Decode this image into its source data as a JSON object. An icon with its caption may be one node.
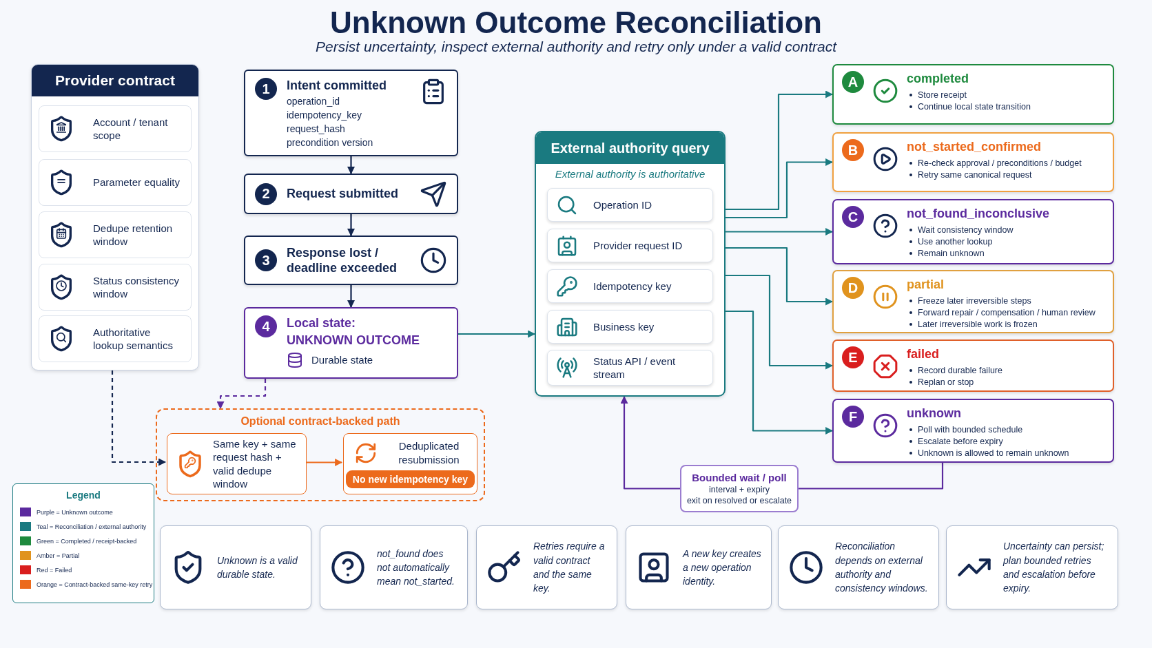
{
  "diagram": {
    "title": "Unknown Outcome Reconciliation",
    "caption": "Persist uncertainty, inspect external authority and retry only under a valid contract",
    "nodes": [
      {
        "text": [
          "Provider contract"
        ]
      },
      {
        "text": [
          "Account / tenant scope"
        ],
        "in": 0
      },
      {
        "text": [
          "Parameter equality"
        ],
        "in": 0
      },
      {
        "text": [
          "Dedupe retention window"
        ],
        "in": 0
      },
      {
        "text": [
          "Status consistency window"
        ],
        "in": 0
      },
      {
        "text": [
          "Authoritative lookup semantics"
        ],
        "in": 0
      },
      {
        "text": [
          "1",
          "Intent committed",
          "operation_id",
          "idempotency_key",
          "request_hash",
          "precondition version"
        ]
      },
      {
        "text": [
          "2",
          "Request submitted"
        ]
      },
      {
        "text": [
          "3",
          "Response lost / deadline exceeded"
        ]
      },
      {
        "text": [
          "4",
          "Local state:",
          "UNKNOWN OUTCOME",
          "Durable state"
        ]
      },
      {
        "text": [
          "External authority query",
          "External authority is authoritative"
        ]
      },
      {
        "text": [
          "Operation ID"
        ],
        "in": 10
      },
      {
        "text": [
          "Provider request ID"
        ],
        "in": 10
      },
      {
        "text": [
          "Idempotency key"
        ],
        "in": 10
      },
      {
        "text": [
          "Business key"
        ],
        "in": 10
      },
      {
        "text": [
          "Status API / event stream"
        ],
        "in": 10
      },
      {
        "text": [
          "A",
          "completed",
          "Store receipt",
          "Continue local state transition"
        ]
      },
      {
        "text": [
          "B",
          "not_started_confirmed",
          "Re-check approval / preconditions / budget",
          "Retry same canonical request"
        ]
      },
      {
        "text": [
          "C",
          "not_found_inconclusive",
          "Wait consistency window",
          "Use another lookup",
          "Remain unknown"
        ]
      },
      {
        "text": [
          "D",
          "partial",
          "Freeze later irreversible steps",
          "Forward repair / compensation / human review",
          "Later irreversible work is frozen"
        ]
      },
      {
        "text": [
          "E",
          "failed",
          "Record durable failure",
          "Replan or stop"
        ]
      },
      {
        "text": [
          "F",
          "unknown",
          "Poll with bounded schedule",
          "Escalate before expiry",
          "Unknown is allowed to remain unknown"
        ]
      },
      {
        "text": [
          "Optional contract-backed path"
        ]
      },
      {
        "text": [
          "Same key + same request hash + valid dedupe window"
        ],
        "in": 22
      },
      {
        "text": [
          "Deduplicated resubmission",
          "No new idempotency key"
        ],
        "in": 22
      },
      {
        "text": [
          "Bounded wait / poll",
          "interval + expiry",
          "exit on resolved or escalate"
        ]
      },
      {
        "text": [
          "Unknown is a valid durable state."
        ]
      },
      {
        "text": [
          "not_found does not automatically mean not_started."
        ]
      },
      {
        "text": [
          "Retries require a valid contract and the same key."
        ]
      },
      {
        "text": [
          "A new key creates a new operation identity."
        ]
      },
      {
        "text": [
          "Reconciliation depends on external authority and consistency windows."
        ]
      },
      {
        "text": [
          "Uncertainty can persist; plan bounded retries and escalation before expiry."
        ]
      }
    ],
    "edges": [
      {
        "from": 6,
        "to": 7,
        "arrow": "to",
        "color": "#13264f"
      },
      {
        "from": 7,
        "to": 8,
        "arrow": "to",
        "color": "#13264f"
      },
      {
        "from": 8,
        "to": 9,
        "arrow": "to",
        "color": "#13264f"
      },
      {
        "from": 9,
        "to": 10,
        "arrow": "to"
      },
      {
        "from": 10,
        "to": 16,
        "arrow": "to"
      },
      {
        "from": 10,
        "to": 17,
        "arrow": "to"
      },
      {
        "from": 10,
        "to": 18,
        "arrow": "to"
      },
      {
        "from": 10,
        "to": 19,
        "arrow": "to"
      },
      {
        "from": 10,
        "to": 20,
        "arrow": "to"
      },
      {
        "from": 10,
        "to": 21,
        "arrow": "to"
      },
      {
        "from": 9,
        "to": 22,
        "arrow": "to",
        "style": "dashed",
        "color": "#5b2a9e"
      },
      {
        "from": 0,
        "to": 23,
        "arrow": "to",
        "style": "dashed",
        "color": "#13264f"
      },
      {
        "from": 23,
        "to": 24,
        "arrow": "to",
        "color": "#ec6a1c"
      },
      {
        "from": 21,
        "to": 25,
        "arrow": "none",
        "color": "#5b2a9e"
      },
      {
        "from": 25,
        "to": 10,
        "arrow": "to",
        "color": "#5b2a9e"
      }
    ],
    "labels": [
      "Legend"
    ],
    "legend": [
      {
        "text": "Purple = Unknown outcome",
        "color": "#5b2a9e"
      },
      {
        "text": "Teal = Reconciliation / external authority",
        "color": "#1a7a80"
      },
      {
        "text": "Green = Completed / receipt-backed",
        "color": "#1e8a3e"
      },
      {
        "text": "Amber = Partial",
        "color": "#e0931e"
      },
      {
        "text": "Red = Failed",
        "color": "#d91e1e"
      },
      {
        "text": "Orange = Contract-backed same-key retry",
        "color": "#ec6a1c"
      }
    ]
  }
}
